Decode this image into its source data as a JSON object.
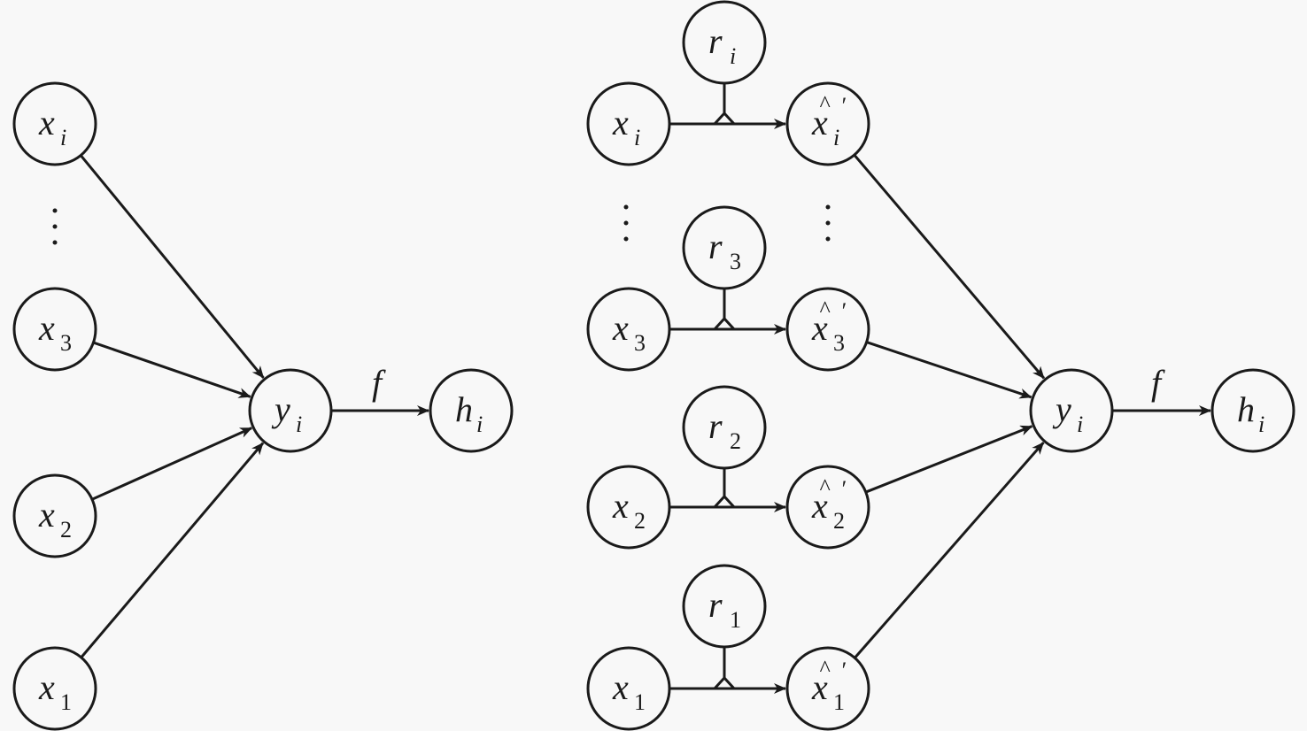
{
  "diagram": {
    "left": {
      "name": "baseline-network",
      "inputs": [
        {
          "id": "x_i",
          "base": "x",
          "sub": "i",
          "subNumeric": false
        },
        {
          "id": "x_3",
          "base": "x",
          "sub": "3",
          "subNumeric": true
        },
        {
          "id": "x_2",
          "base": "x",
          "sub": "2",
          "subNumeric": true
        },
        {
          "id": "x_1",
          "base": "x",
          "sub": "1",
          "subNumeric": true
        }
      ],
      "ellipsis": "⋮",
      "sum": {
        "id": "y_i",
        "base": "y",
        "sub": "i"
      },
      "output": {
        "id": "h_i",
        "base": "h",
        "sub": "i"
      },
      "activation_label": "f"
    },
    "right": {
      "name": "dropout-network",
      "inputs": [
        {
          "id": "x_i",
          "base": "x",
          "sub": "i",
          "subNumeric": false
        },
        {
          "id": "x_3",
          "base": "x",
          "sub": "3",
          "subNumeric": true
        },
        {
          "id": "x_2",
          "base": "x",
          "sub": "2",
          "subNumeric": true
        },
        {
          "id": "x_1",
          "base": "x",
          "sub": "1",
          "subNumeric": true
        }
      ],
      "masks": [
        {
          "id": "r_i",
          "base": "r",
          "sub": "i",
          "subNumeric": false
        },
        {
          "id": "r_3",
          "base": "r",
          "sub": "3",
          "subNumeric": true
        },
        {
          "id": "r_2",
          "base": "r",
          "sub": "2",
          "subNumeric": true
        },
        {
          "id": "r_1",
          "base": "r",
          "sub": "1",
          "subNumeric": true
        }
      ],
      "thinned": [
        {
          "id": "xhat_i",
          "base": "x",
          "sub": "i",
          "hat": "^",
          "prime": "′",
          "subNumeric": false
        },
        {
          "id": "xhat_3",
          "base": "x",
          "sub": "3",
          "hat": "^",
          "prime": "′",
          "subNumeric": true
        },
        {
          "id": "xhat_2",
          "base": "x",
          "sub": "2",
          "hat": "^",
          "prime": "′",
          "subNumeric": true
        },
        {
          "id": "xhat_1",
          "base": "x",
          "sub": "1",
          "hat": "^",
          "prime": "′",
          "subNumeric": true
        }
      ],
      "ellipsis": "⋮",
      "sum": {
        "id": "y_i",
        "base": "y",
        "sub": "i"
      },
      "output": {
        "id": "h_i",
        "base": "h",
        "sub": "i"
      },
      "activation_label": "f"
    },
    "colors": {
      "stroke": "#1a1a1a",
      "background": "#f8f8f8"
    }
  }
}
